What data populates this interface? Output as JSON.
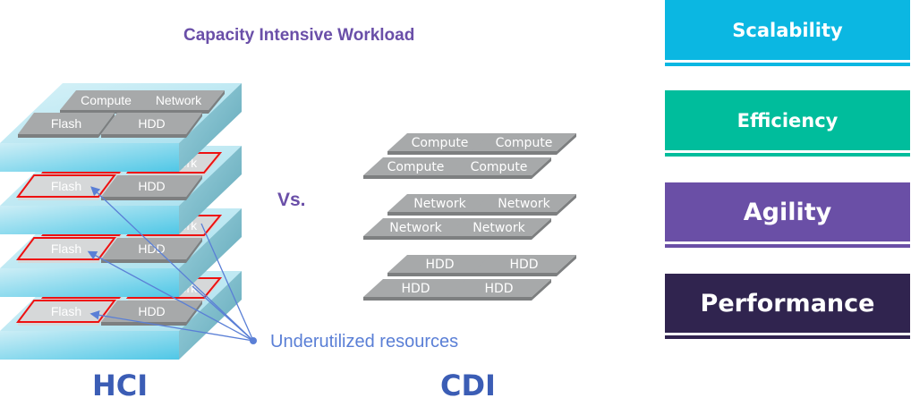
{
  "title": "Capacity Intensive Workload",
  "vs_label": "Vs.",
  "hci": {
    "label": "HCI",
    "top_node_tiles": [
      "Compute",
      "Network",
      "Flash",
      "HDD"
    ],
    "lower_node_tiles": [
      "Network",
      "Flash",
      "HDD"
    ],
    "lower_node_count": 3,
    "underutilized_label": "Underutilized resources"
  },
  "cdi": {
    "label": "CDI",
    "groups": [
      {
        "name": "compute",
        "tiles": [
          "Compute",
          "Compute",
          "Compute",
          "Compute"
        ]
      },
      {
        "name": "network",
        "tiles": [
          "Network",
          "Network",
          "Network",
          "Network"
        ]
      },
      {
        "name": "hdd",
        "tiles": [
          "HDD",
          "HDD",
          "HDD",
          "HDD"
        ]
      }
    ]
  },
  "benefits": [
    {
      "label": "Scalability",
      "color": "#0bb7e2"
    },
    {
      "label": "Efficiency",
      "color": "#00bd9c"
    },
    {
      "label": "Agility",
      "color": "#6a4fa6"
    },
    {
      "label": "Performance",
      "color": "#30244f"
    }
  ],
  "colors": {
    "slab_top": "#bfe9f3",
    "slab_front": "#6fd0ea",
    "slab_side": "#7fb9c6",
    "tile": "#a7a9aa",
    "tile_edge": "#7d7f80",
    "tile_underused": "#d6d8d9",
    "underused_border": "#ee1111",
    "arrow": "#5a7fd6"
  }
}
